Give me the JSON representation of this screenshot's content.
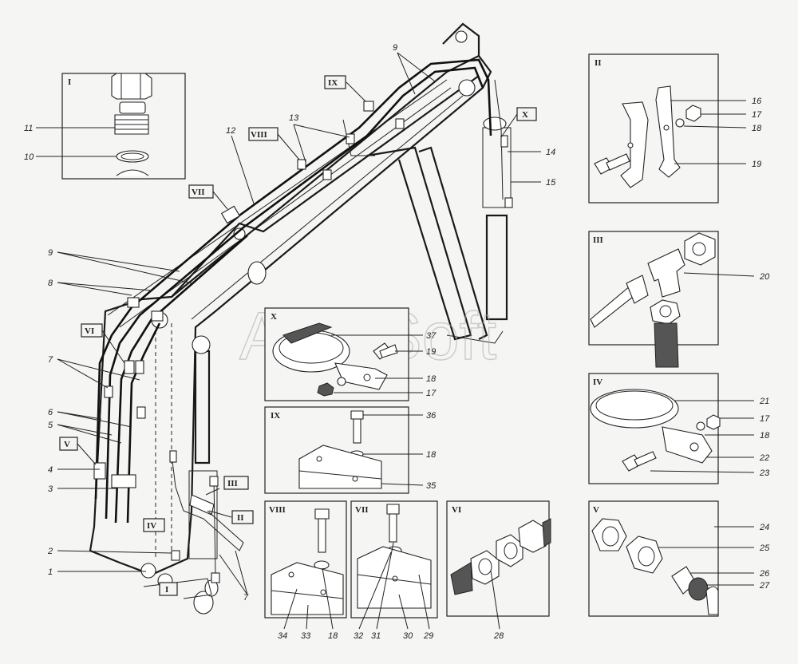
{
  "watermark": "AutoSoft",
  "insets": [
    {
      "id": "I",
      "label": "I"
    },
    {
      "id": "II",
      "label": "II"
    },
    {
      "id": "III",
      "label": "III"
    },
    {
      "id": "IV",
      "label": "IV"
    },
    {
      "id": "V",
      "label": "V"
    },
    {
      "id": "VI",
      "label": "VI"
    },
    {
      "id": "VII",
      "label": "VII"
    },
    {
      "id": "VIII",
      "label": "VIII"
    },
    {
      "id": "IX",
      "label": "IX"
    },
    {
      "id": "X",
      "label": "X"
    }
  ],
  "main_roman_labels": [
    "I",
    "II",
    "III",
    "IV",
    "V",
    "VI",
    "VII",
    "VIII",
    "IX",
    "X"
  ],
  "callouts": {
    "main": [
      "1",
      "2",
      "3",
      "4",
      "5",
      "6",
      "7",
      "8",
      "9",
      "12",
      "13",
      "9",
      "14",
      "15",
      "7"
    ],
    "inset_I": [
      "11",
      "10"
    ],
    "inset_II": [
      "16",
      "17",
      "18",
      "19"
    ],
    "inset_III": [
      "20"
    ],
    "inset_IV": [
      "21",
      "17",
      "18",
      "22",
      "23"
    ],
    "inset_V": [
      "24",
      "25",
      "26",
      "27"
    ],
    "inset_X": [
      "37",
      "19",
      "18",
      "17"
    ],
    "inset_IX": [
      "36",
      "18",
      "35"
    ],
    "bottom": [
      "34",
      "33",
      "18",
      "32",
      "31",
      "30",
      "29",
      "28"
    ]
  }
}
